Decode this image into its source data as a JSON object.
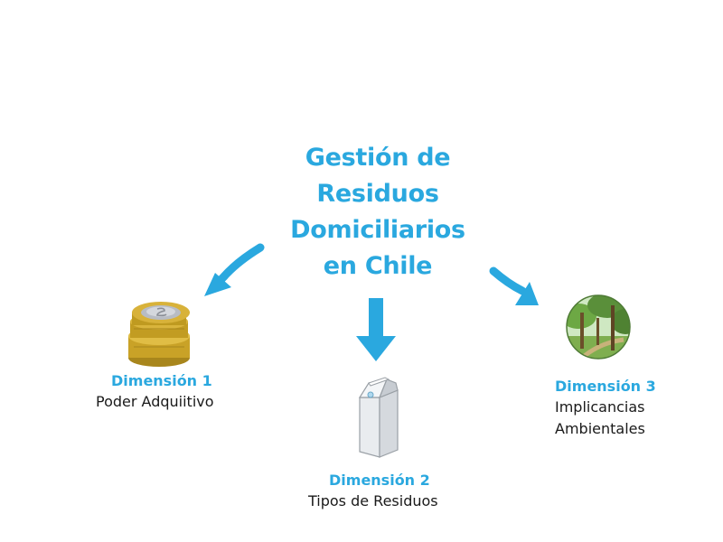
{
  "title": {
    "line1": "Gestión de",
    "line2": "Residuos",
    "line3": "Domiciliarios",
    "line4": "en Chile"
  },
  "dimensions": [
    {
      "heading": "Dimensión 1",
      "lines": [
        "Poder Adquiitivo"
      ],
      "icon": "coins-icon"
    },
    {
      "heading": "Dimensión 2",
      "lines": [
        "Tipos de Residuos"
      ],
      "icon": "milk-carton-icon"
    },
    {
      "heading": "Dimensión 3",
      "lines": [
        "Implicancias",
        "Ambientales"
      ],
      "icon": "forest-icon"
    }
  ],
  "colors": {
    "accent": "#2aa8df",
    "text": "#1a1a1a",
    "coin_gold": "#c9a227",
    "coin_silver": "#b8bcc4",
    "forest_green": "#5a8f3a"
  }
}
